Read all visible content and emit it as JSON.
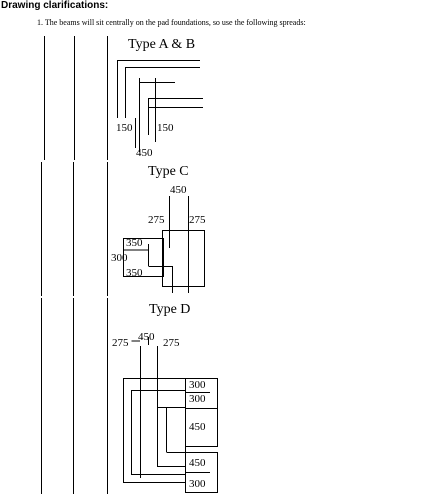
{
  "heading": "Drawing clarifications:",
  "note": "1. The beams will sit centrally on the pad foundations, so use the following spreads:",
  "types": {
    "ab": {
      "title": "Type A & B",
      "dims": [
        "150",
        "150",
        "450"
      ]
    },
    "c": {
      "title": "Type C",
      "dims": [
        "450",
        "275",
        "275",
        "350",
        "300",
        "350"
      ]
    },
    "d": {
      "title": "Type D",
      "dims": [
        "450",
        "275",
        "275",
        "300",
        "300",
        "450",
        "450",
        "300"
      ]
    }
  }
}
